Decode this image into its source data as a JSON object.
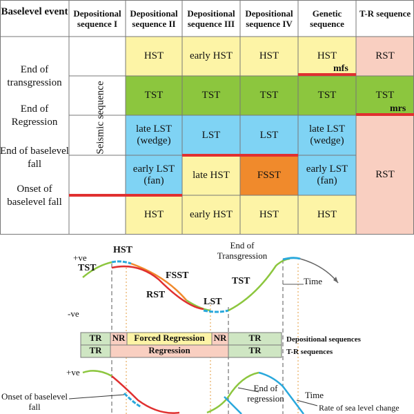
{
  "table": {
    "headers": {
      "event": "Baselevel event",
      "dep1": "Depositional sequence I",
      "dep2": "Depositional sequence II",
      "dep3": "Depositional sequence III",
      "dep4": "Depositional sequence IV",
      "genetic": "Genetic sequence",
      "tr": "T-R sequence"
    },
    "events": [
      "End of transgression",
      "End of Regression",
      "End of baselevel fall",
      "Onset of baselevel fall"
    ],
    "seismic_label": "Seismic sequence",
    "row1": {
      "dep2": "HST",
      "dep3": "early HST",
      "dep4": "HST",
      "gen": "HST",
      "tr": "RST"
    },
    "row2": {
      "dep2": "TST",
      "dep3": "TST",
      "dep4": "TST",
      "gen": "TST",
      "tr": "TST"
    },
    "row3": {
      "dep2": "late LST (wedge)",
      "dep3": "LST",
      "dep4": "LST",
      "gen": "late LST (wedge)"
    },
    "row4": {
      "dep2": "early LST (fan)",
      "dep3": "late HST",
      "dep4": "FSST",
      "gen": "early LST (fan)",
      "tr": "RST"
    },
    "row5": {
      "dep2": "HST",
      "dep3": "early HST",
      "dep4": "HST",
      "gen": "HST"
    },
    "markers": {
      "mfs": "mfs",
      "mrs": "mrs"
    }
  },
  "diagram": {
    "top": {
      "pos_label": "+ve",
      "neg_label": "-ve",
      "tst_left": "TST",
      "hst": "HST",
      "fsst": "FSST",
      "rst": "RST",
      "lst": "LST",
      "tst_right": "TST",
      "end_transgression": "End of Transgression",
      "time": "Time"
    },
    "bands": {
      "dep_row": [
        "TR",
        "NR",
        "Forced Regression",
        "NR",
        "TR"
      ],
      "tr_row": [
        "TR",
        "Regression",
        "TR"
      ],
      "dep_label": "Depositional sequences",
      "tr_label": "T-R sequences"
    },
    "bottom": {
      "pos_label": "+ve",
      "onset": "Onset of baselevel fall",
      "end_regression": "End of regression",
      "time": "Time",
      "rate": "Rate of sea level change"
    }
  },
  "colors": {
    "yellow": "#fdf4a6",
    "green": "#8cc63e",
    "blue": "#7fd3f4",
    "orange": "#f08a2c",
    "pink": "#f9cfc1",
    "red": "#e03030",
    "band_green": "#cfe6c3",
    "band_pink": "#f9cfc1"
  }
}
